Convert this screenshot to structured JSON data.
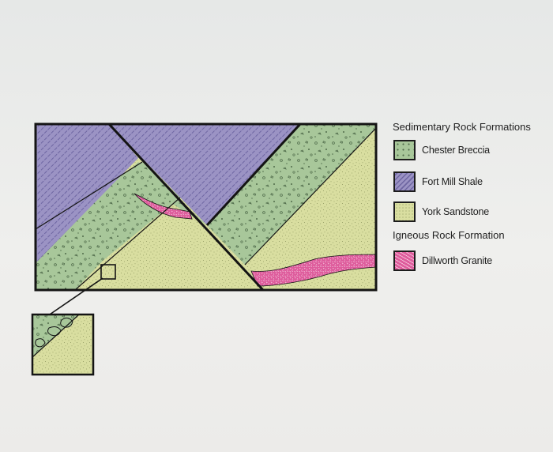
{
  "legend": {
    "sedimentary_heading": "Sedimentary Rock Formations",
    "igneous_heading": "Igneous Rock Formation",
    "items": [
      {
        "label": "Chester Breccia",
        "color": "#a8c79a",
        "pattern": "breccia"
      },
      {
        "label": "Fort Mill Shale",
        "color": "#9b93c4",
        "pattern": "shale"
      },
      {
        "label": "York Sandstone",
        "color": "#d9dea0",
        "pattern": "sandstone"
      },
      {
        "label": "Dillworth Granite",
        "color": "#de5c9c",
        "pattern": "granite"
      }
    ]
  },
  "colors": {
    "breccia": "#a8c79a",
    "shale": "#9b93c4",
    "sandstone": "#d9dea0",
    "granite": "#de5c9c",
    "outline": "#141414"
  }
}
